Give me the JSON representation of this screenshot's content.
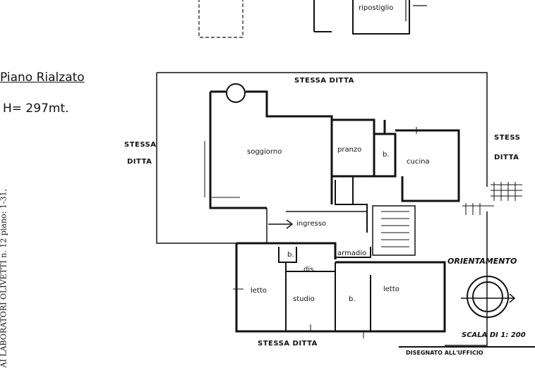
{
  "header": {
    "floor_title": "Piano Rialzato",
    "height_label": "H= 297mt."
  },
  "side_note": "AI LABORATORI OLIVETTI n. 12 piano: 1-31,",
  "neighbors": {
    "top": "STESSA DITTA",
    "left_line1": "STESSA",
    "left_line2": "DITTA",
    "right_line1": "STESS",
    "right_line2": "DITTA",
    "bottom": "STESSA DITTA"
  },
  "rooms": {
    "ripostiglio": "ripostiglio",
    "soggiorno": "soggiorno",
    "pranzo": "pranzo",
    "bagno1": "b.",
    "cucina": "cucina",
    "ingresso": "ingresso",
    "bagno2": "b.",
    "armadio": "armadio",
    "disimpegno": "dis.",
    "letto1": "letto",
    "studio": "studio",
    "bagno3": "b.",
    "letto2": "letto"
  },
  "legend": {
    "orientation": "ORIENTAMENTO",
    "scale": "SCALA DI 1: 200",
    "office": "DISEGNATO ALL'UFFICIO"
  }
}
